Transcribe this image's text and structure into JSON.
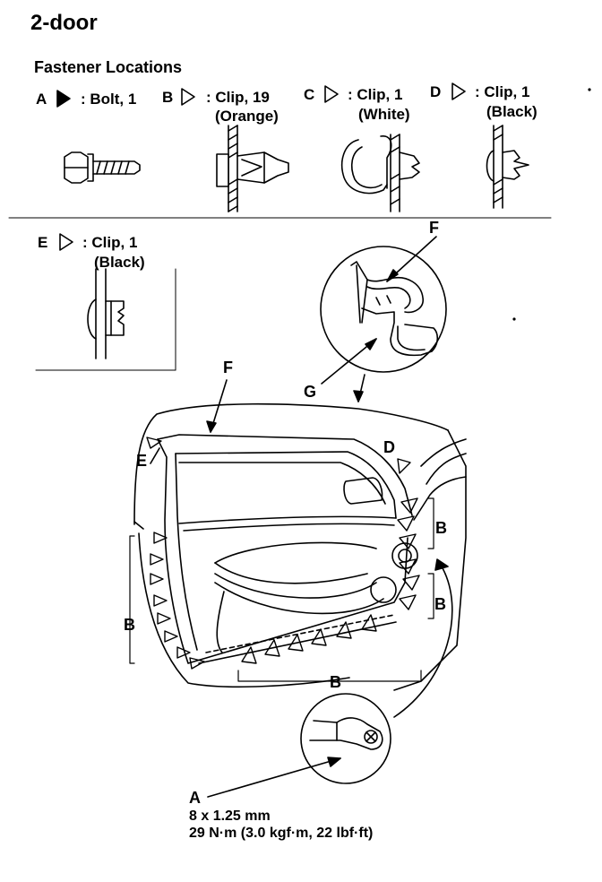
{
  "title": "2-door",
  "section_heading": "Fastener Locations",
  "fasteners": [
    {
      "letter": "A",
      "desc": ": Bolt, 1",
      "sub": ""
    },
    {
      "letter": "B",
      "desc": ": Clip, 19",
      "sub": "(Orange)"
    },
    {
      "letter": "C",
      "desc": ": Clip, 1",
      "sub": "(White)"
    },
    {
      "letter": "D",
      "desc": ": Clip, 1",
      "sub": "(Black)"
    },
    {
      "letter": "E",
      "desc": ": Clip, 1",
      "sub": "(Black)"
    }
  ],
  "callouts": {
    "F_detail": "F",
    "G_detail": "G",
    "F_main": "F",
    "E_main": "E",
    "D_main": "D",
    "B_right_top": "B",
    "B_right_bottom": "B",
    "B_left": "B",
    "B_bottom": "B",
    "A_main": "A"
  },
  "bolt_spec": {
    "size": "8 x 1.25 mm",
    "torque": "29 N·m (3.0 kgf·m, 22 lbf·ft)"
  },
  "colors": {
    "ink": "#000000",
    "paper": "#ffffff"
  }
}
